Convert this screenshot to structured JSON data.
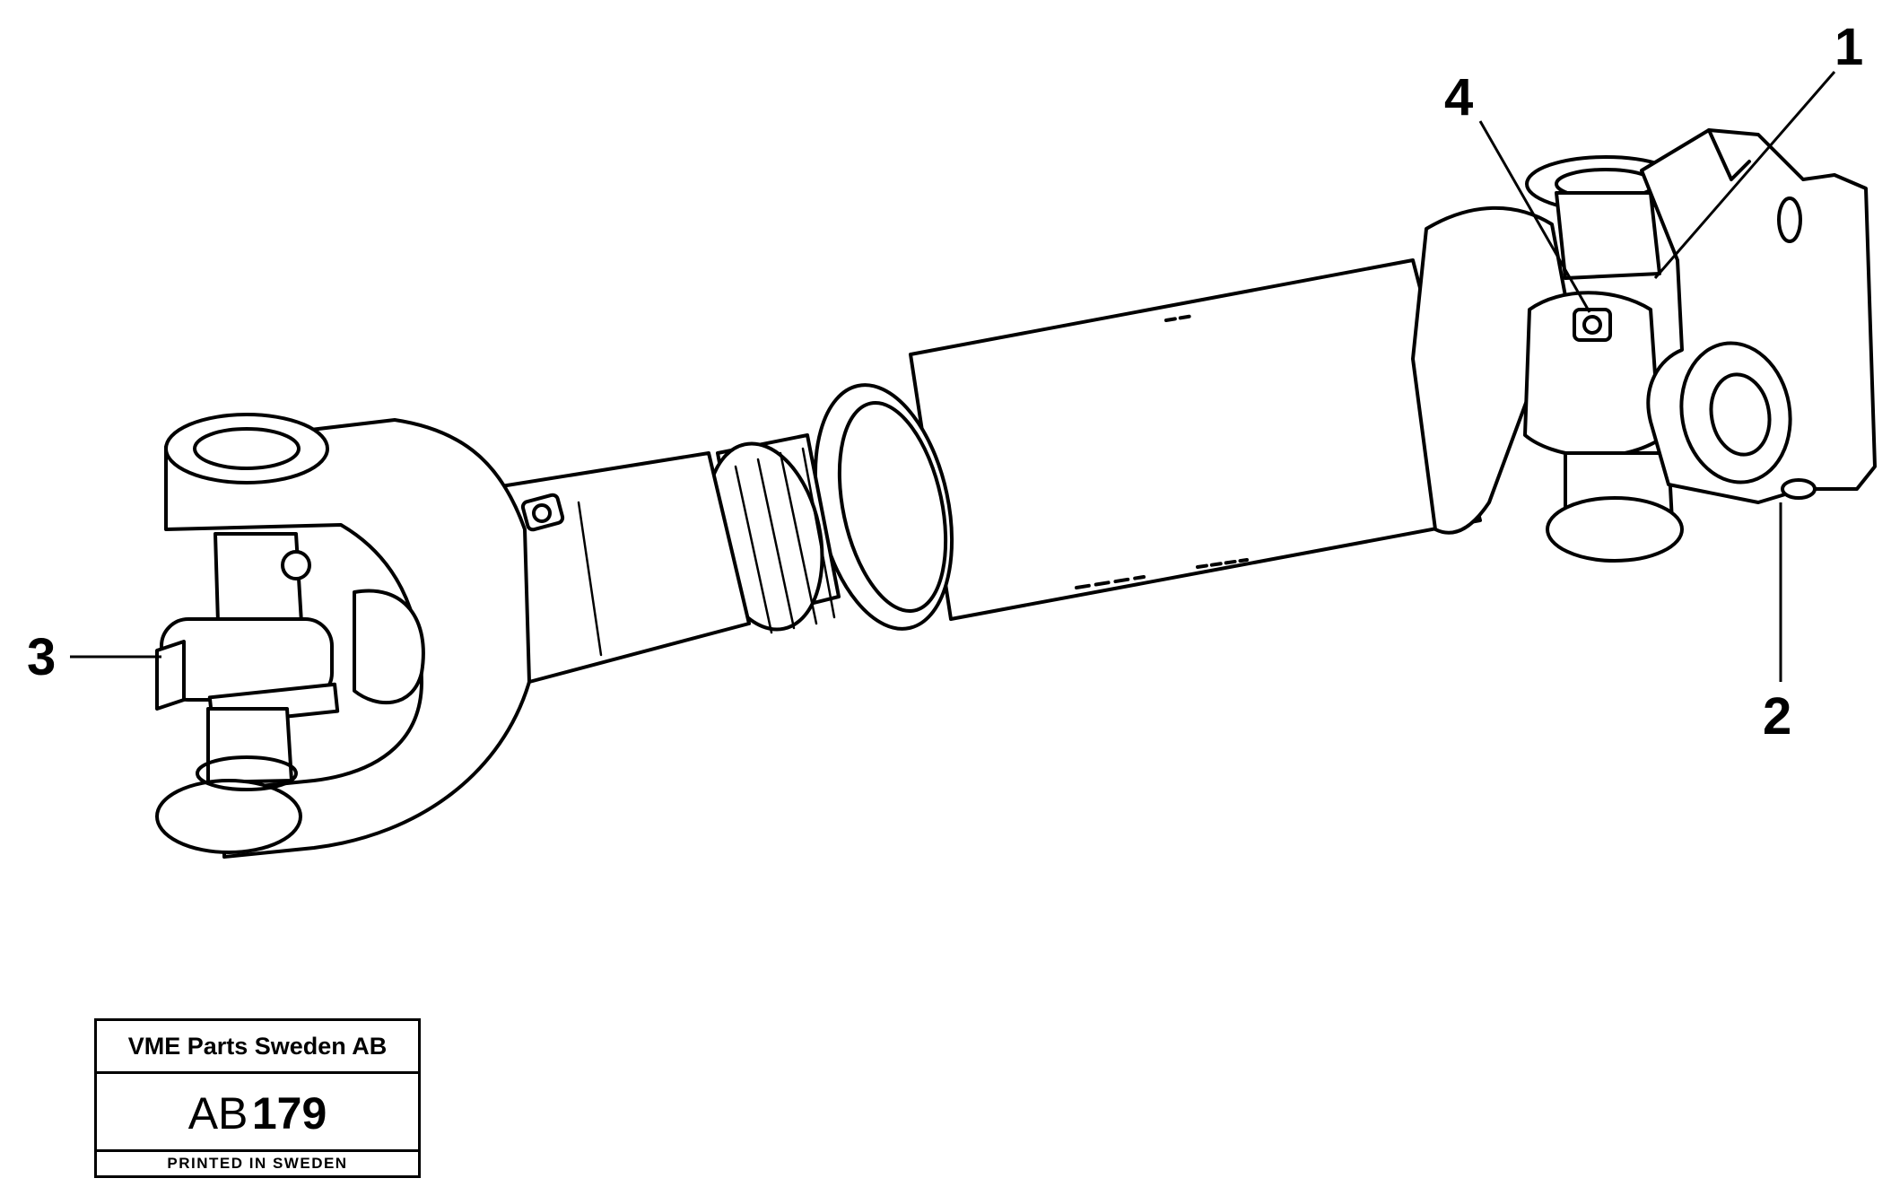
{
  "figure": {
    "callouts": [
      {
        "id": "1",
        "label": "1"
      },
      {
        "id": "2",
        "label": "2"
      },
      {
        "id": "3",
        "label": "3"
      },
      {
        "id": "4",
        "label": "4"
      }
    ],
    "parts_depicted": [
      "propeller-shaft",
      "universal-joint-front",
      "universal-joint-rear",
      "flange-yoke",
      "grease-nipple",
      "slip-joint-nut"
    ]
  },
  "stamp": {
    "company": "VME Parts Sweden AB",
    "prefix": "AB",
    "number": "179",
    "printed": "PRINTED IN SWEDEN"
  }
}
